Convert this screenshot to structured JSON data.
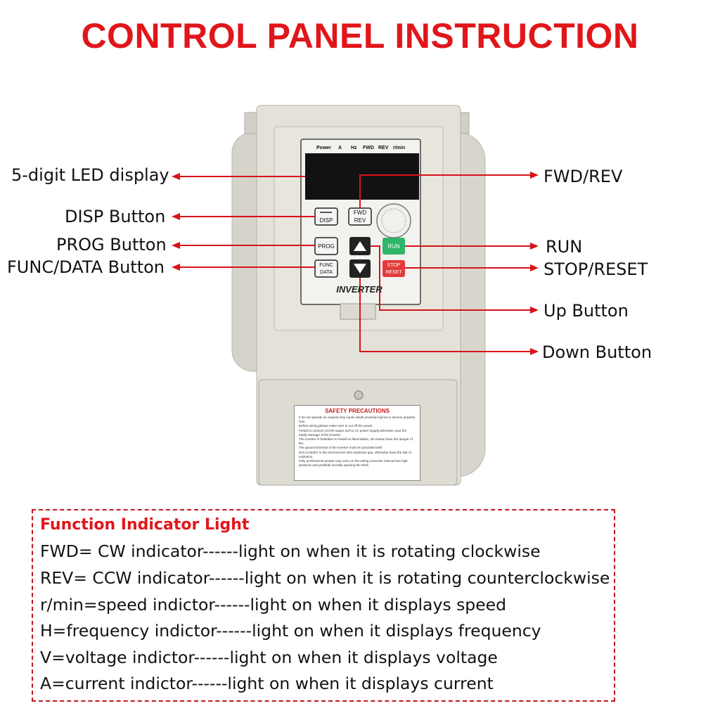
{
  "title": "CONTROL PANEL INSTRUCTION",
  "left_labels": {
    "led_display": "5-digit LED display",
    "disp_button": "DISP Button",
    "prog_button": "PROG Button",
    "func_data_button": "FUNC/DATA Button"
  },
  "right_labels": {
    "fwd_rev": "FWD/REV",
    "run": "RUN",
    "stop_reset": "STOP/RESET",
    "up_button": "Up Button",
    "down_button": "Down Button"
  },
  "panel": {
    "indicators": [
      "Power",
      "A",
      "Hz",
      "FWD",
      "REV",
      "r/min"
    ],
    "disp_key": "DISP",
    "fwd_key_top": "FWD",
    "fwd_key_bottom": "REV",
    "prog_key": "PROG",
    "run_key": "RUN",
    "func_key_top": "FUNC",
    "func_key_bottom": "DATA",
    "stop_key_top": "STOP",
    "stop_key_bottom": "RESET",
    "brand": "INVERTER"
  },
  "safety": {
    "heading": "SAFETY PRECAUTIONS",
    "items": [
      "If do not operate as request,may cause death,severely injured or serious property loss.",
      "Before wiring,please make sure to cut off the power.",
      "Forbid to connect U/V/W output and to AC power supply,otherwise caus the totally damage of the inverter.",
      "The inverter is forbidden to install on flammables, oth erwise have the danger of fire.",
      "The ground terminal of the inverter must be grounded well.",
      "Don,t install it in the environment with explosive gas, otherwise have the risk of explosion.",
      "Only professional people may carry on the wiring,converter internal has high pressure,and prohibits secretly opening the shell."
    ]
  },
  "legend": {
    "title": "Function Indicator Light",
    "lines": [
      "FWD= CW indicator------light on when it is rotating clockwise",
      "REV= CCW indicator------light on when it is rotating counterclockwise",
      "r/min=speed indictor------light on when it displays speed",
      "H=frequency indictor------light on when it displays frequency",
      "V=voltage indictor------light on when it displays voltage",
      "A=current indictor------light on when it displays current"
    ]
  },
  "colors": {
    "title": "#e0161b",
    "arrow": "#d8121a",
    "legend_border": "#c0181c",
    "device_body": "#dedcd2",
    "run_key": "#2fb56a",
    "stop_key": "#e23b3b"
  }
}
